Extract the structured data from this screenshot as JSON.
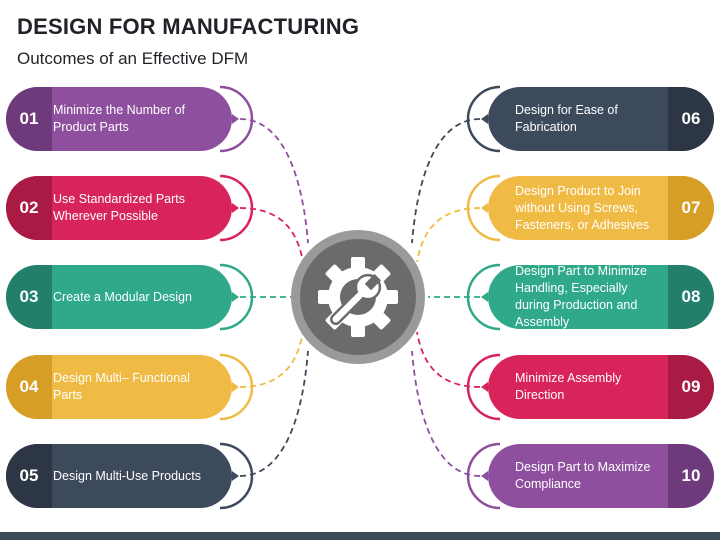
{
  "title": "DESIGN FOR MANUFACTURING",
  "subtitle": "Outcomes of an Effective DFM",
  "items": [
    {
      "num": "01",
      "text": "Minimize the Number of Product Parts",
      "color": "#8e4f9e",
      "dark": "#6f3a7c"
    },
    {
      "num": "02",
      "text": "Use Standardized Parts Wherever Possible",
      "color": "#d8245a",
      "dark": "#a91a45"
    },
    {
      "num": "03",
      "text": "Create a Modular Design",
      "color": "#2fa98a",
      "dark": "#22806a"
    },
    {
      "num": "04",
      "text": "Design Multi– Functional Parts",
      "color": "#f0bb45",
      "dark": "#d69e26"
    },
    {
      "num": "05",
      "text": "Design Multi-Use Products",
      "color": "#3d4a5c",
      "dark": "#2c3644"
    },
    {
      "num": "06",
      "text": "Design for Ease of Fabrication",
      "color": "#3d4a5c",
      "dark": "#2c3644"
    },
    {
      "num": "07",
      "text": "Design Product to Join without Using Screws, Fasteners, or Adhesives",
      "color": "#f0bb45",
      "dark": "#d69e26"
    },
    {
      "num": "08",
      "text": "Design Part to Minimize Handling, Especially during Production and Assembly",
      "color": "#2fa98a",
      "dark": "#22806a"
    },
    {
      "num": "09",
      "text": "Minimize Assembly Direction",
      "color": "#d8245a",
      "dark": "#a91a45"
    },
    {
      "num": "10",
      "text": "Design Part to Maximize Compliance",
      "color": "#8e4f9e",
      "dark": "#6f3a7c"
    }
  ],
  "hub_icon": "gear-wrench-icon"
}
